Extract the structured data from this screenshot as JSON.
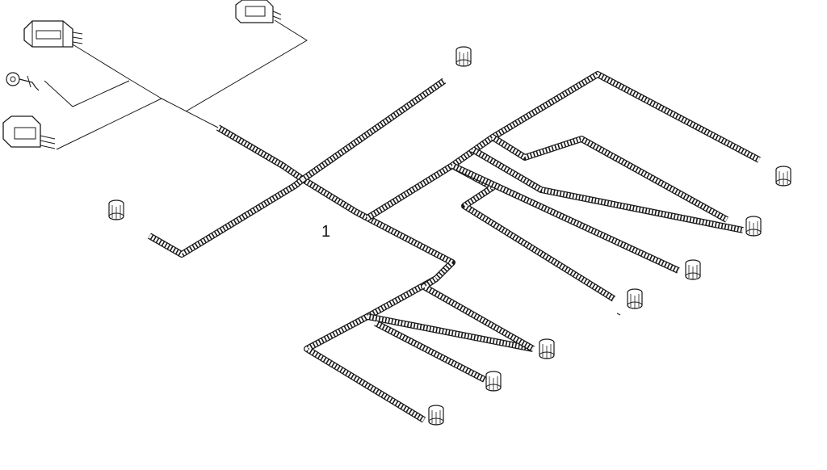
{
  "diagram": {
    "callout_label": "1",
    "line_color": "#1a1a1a",
    "sheath_fill": "#ffffff"
  },
  "icons": {
    "multi_pin_connector": "rectangular-multi-pin-connector",
    "ring_terminal": "ring-terminal",
    "sensor_connector": "cylindrical-sensor-connector"
  }
}
